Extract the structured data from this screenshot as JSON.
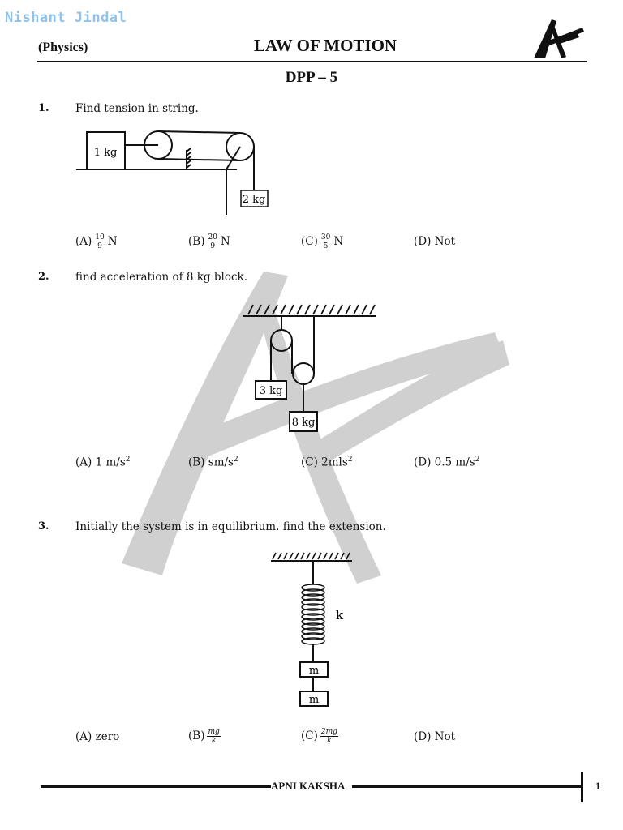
{
  "header": {
    "watermark_name": "Nishant Jindal",
    "subject": "(Physics)",
    "title": "LAW OF MOTION",
    "dpp": "DPP – 5"
  },
  "questions": [
    {
      "number": "1.",
      "text": "Find tension in string.",
      "diagram_labels": {
        "block_a": "1 kg",
        "block_b": "2 kg"
      },
      "options": [
        {
          "label": "(A)",
          "num": "10",
          "den": "9",
          "unit": "N"
        },
        {
          "label": "(B)",
          "num": "20",
          "den": "9",
          "unit": "N"
        },
        {
          "label": "(C)",
          "num": "30",
          "den": "5",
          "unit": "N"
        },
        {
          "label": "(D)",
          "text": "Not"
        }
      ]
    },
    {
      "number": "2.",
      "text": "find acceleration of 8 kg block.",
      "diagram_labels": {
        "block_a": "3 kg",
        "block_b": "8 kg"
      },
      "options": [
        {
          "label": "(A)",
          "text": "1 m/s",
          "sup": "2"
        },
        {
          "label": "(B)",
          "text": "sm/s",
          "sup": "2"
        },
        {
          "label": "(C)",
          "text": "2mls",
          "sup": "2"
        },
        {
          "label": "(D)",
          "text": "0.5 m/s",
          "sup": "2"
        }
      ]
    },
    {
      "number": "3.",
      "text": "Initially the system is in equilibrium. find the extension.",
      "diagram_labels": {
        "spring": "k",
        "mass_top": "m",
        "mass_bottom": "m"
      },
      "options": [
        {
          "label": "(A)",
          "text": "zero"
        },
        {
          "label": "(B)",
          "num": "mg",
          "den": "k"
        },
        {
          "label": "(C)",
          "num": "2mg",
          "den": "k"
        },
        {
          "label": "(D)",
          "text": "Not"
        }
      ]
    }
  ],
  "footer": {
    "brand": "APNI KAKSHA",
    "page": "1"
  },
  "colors": {
    "watermark_name": "#8fc3ee",
    "bg_mark": "#c8c8c8"
  }
}
